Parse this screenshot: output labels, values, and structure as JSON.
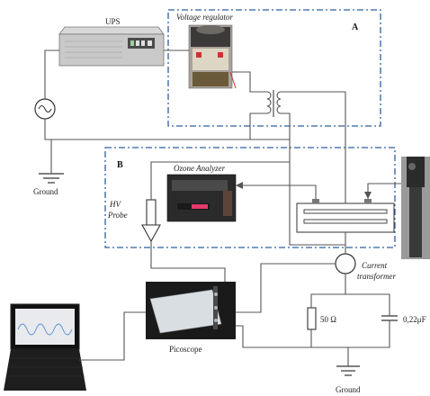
{
  "labels": {
    "ups": "UPS",
    "voltage_regulator": "Voltage regulator",
    "box_a": "A",
    "box_b": "B",
    "ozone_analyzer": "Ozone Analyzer",
    "hv_probe_line1": "HV",
    "hv_probe_line2": "Probe",
    "current_transformer_line1": "Current",
    "current_transformer_line2": "transformer",
    "resistor": "50 Ω",
    "capacitor": "0,22μF",
    "picoscope": "Picoscope",
    "ground_top": "Ground",
    "ground_bottom": "Ground"
  },
  "colors": {
    "dashed_box": "#2e5fa0",
    "wire": "#555555"
  }
}
